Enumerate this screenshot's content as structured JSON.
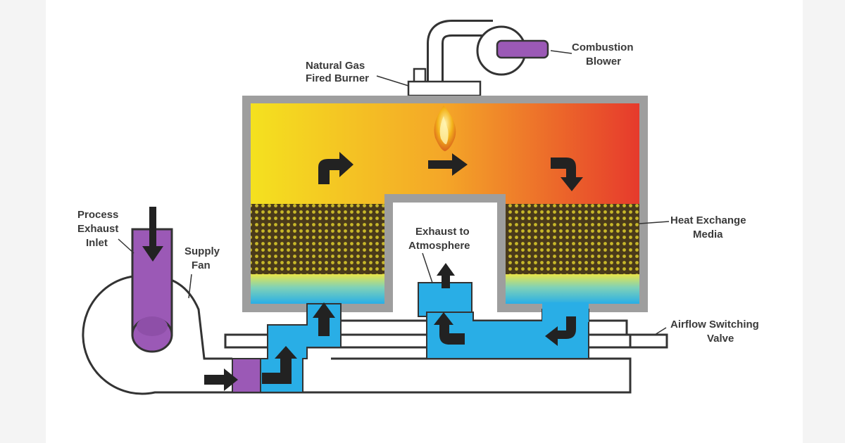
{
  "diagram": {
    "labels": {
      "burner_line1": "Natural Gas",
      "burner_line2": "Fired Burner",
      "blower_line1": "Combustion",
      "blower_line2": "Blower",
      "inlet_line1": "Process",
      "inlet_line2": "Exhaust",
      "inlet_line3": "Inlet",
      "fan_line1": "Supply",
      "fan_line2": "Fan",
      "media_line1": "Heat Exchange",
      "media_line2": "Media",
      "exhaust_line1": "Exhaust to",
      "exhaust_line2": "Atmosphere",
      "valve_line1": "Airflow Switching",
      "valve_line2": "Valve"
    },
    "colors": {
      "hot_start": "#f4e11f",
      "hot_mid": "#f4a628",
      "hot_end": "#e63a2c",
      "shell": "#9e9e9e",
      "media": "#4a3a1a",
      "media_dots": "#c8b82a",
      "cool_air": "#29aee6",
      "process_gas": "#9b59b6",
      "arrow": "#222222",
      "outline": "#333333"
    }
  }
}
